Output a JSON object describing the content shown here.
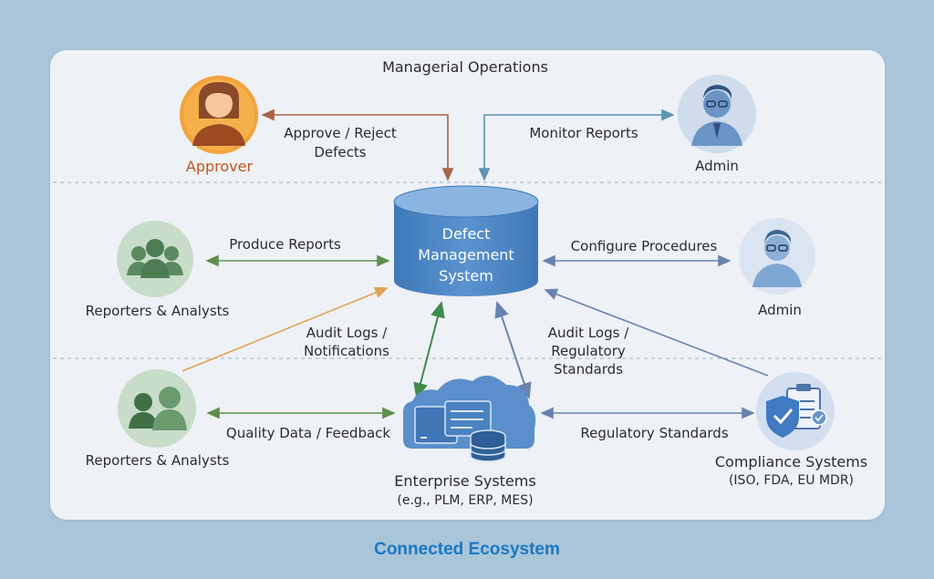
{
  "top_section_title": "Managerial Operations",
  "central_system": {
    "label_line1": "Defect",
    "label_line2": "Management",
    "label_line3": "System"
  },
  "actors": {
    "approver": "Approver",
    "admin_top": "Admin",
    "reporters_mid": "Reporters & Analysts",
    "admin_mid": "Admin",
    "reporters_bottom": "Reporters & Analysts",
    "compliance_line1": "Compliance Systems",
    "compliance_line2": "(ISO, FDA, EU MDR)",
    "enterprise_line1": "Enterprise Systems",
    "enterprise_line2": "(e.g., PLM, ERP, MES)"
  },
  "flows": {
    "approve_line1": "Approve /  Reject",
    "approve_line2": "Defects",
    "monitor": "Monitor Reports",
    "produce": "Produce Reports",
    "configure": "Configure Procedures",
    "audit_notif_line1": "Audit Logs /",
    "audit_notif_line2": "Notifications",
    "audit_reg_line1": "Audit Logs /",
    "audit_reg_line2": "Regulatory",
    "audit_reg_line3": "Standards",
    "quality": "Quality Data / Feedback",
    "regulatory": "Regulatory Standards"
  },
  "footer_title": "Connected Ecosystem",
  "colors": {
    "approver_orange": "#f2a33a",
    "approver_text": "#c0551f",
    "person_blue": "#6b95c6",
    "group_green": "#6a9a6e",
    "db_blue": "#4a86c5",
    "footer_blue": "#1a78c2"
  }
}
